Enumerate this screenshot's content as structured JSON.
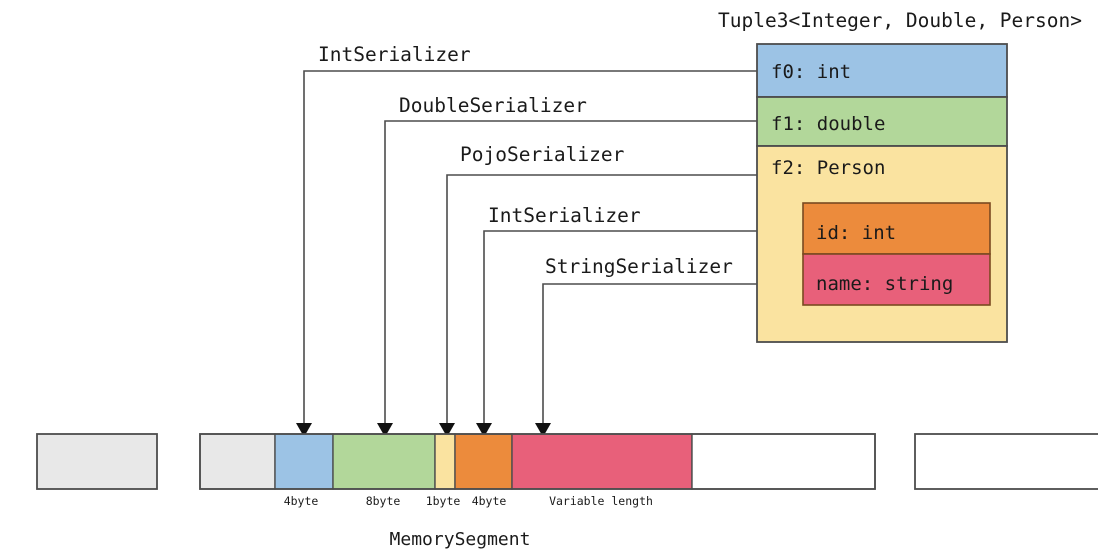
{
  "diagram": {
    "title": "Tuple3<Integer, Double, Person>",
    "memory_segment_label": "MemorySegment",
    "colors": {
      "blue": "#9CC3E5",
      "green": "#B2D79A",
      "yellow": "#FAE3A0",
      "orange": "#EC8B3C",
      "pink": "#E8607A",
      "grey": "#E8E8E8",
      "white": "#FFFFFF",
      "stroke": "#4D4D4D",
      "text": "#1A1A1A"
    },
    "tuple_fields": [
      {
        "name": "tuple-field-f0",
        "label": "f0:  int",
        "color_key": "blue"
      },
      {
        "name": "tuple-field-f1",
        "label": "f1:  double",
        "color_key": "green"
      },
      {
        "name": "tuple-field-f2",
        "label": "f2:  Person",
        "color_key": "yellow"
      }
    ],
    "person_fields": [
      {
        "name": "person-field-id",
        "label": "id:  int",
        "color_key": "orange"
      },
      {
        "name": "person-field-name",
        "label": "name: string",
        "color_key": "pink"
      }
    ],
    "serializers": [
      {
        "name": "serializer-int-f0",
        "label": "IntSerializer"
      },
      {
        "name": "serializer-double-f1",
        "label": "DoubleSerializer"
      },
      {
        "name": "serializer-pojo-f2",
        "label": "PojoSerializer"
      },
      {
        "name": "serializer-int-id",
        "label": "IntSerializer"
      },
      {
        "name": "serializer-string-name",
        "label": "StringSerializer"
      }
    ],
    "memory_segments": [
      {
        "name": "memory-segment-previous",
        "color_key": "grey"
      },
      {
        "name": "memory-segment-current",
        "color_key": "white"
      },
      {
        "name": "memory-segment-next",
        "color_key": "white"
      }
    ],
    "byte_segments": [
      {
        "name": "byte-segment-header",
        "label": "",
        "color_key": "grey"
      },
      {
        "name": "byte-segment-f0",
        "label": "4byte",
        "color_key": "blue"
      },
      {
        "name": "byte-segment-f1",
        "label": "8byte",
        "color_key": "green"
      },
      {
        "name": "byte-segment-pojo-header",
        "label": "1byte",
        "color_key": "yellow"
      },
      {
        "name": "byte-segment-id",
        "label": "4byte",
        "color_key": "orange"
      },
      {
        "name": "byte-segment-name",
        "label": "Variable length",
        "color_key": "pink"
      },
      {
        "name": "byte-segment-free",
        "label": "",
        "color_key": "white"
      }
    ]
  }
}
